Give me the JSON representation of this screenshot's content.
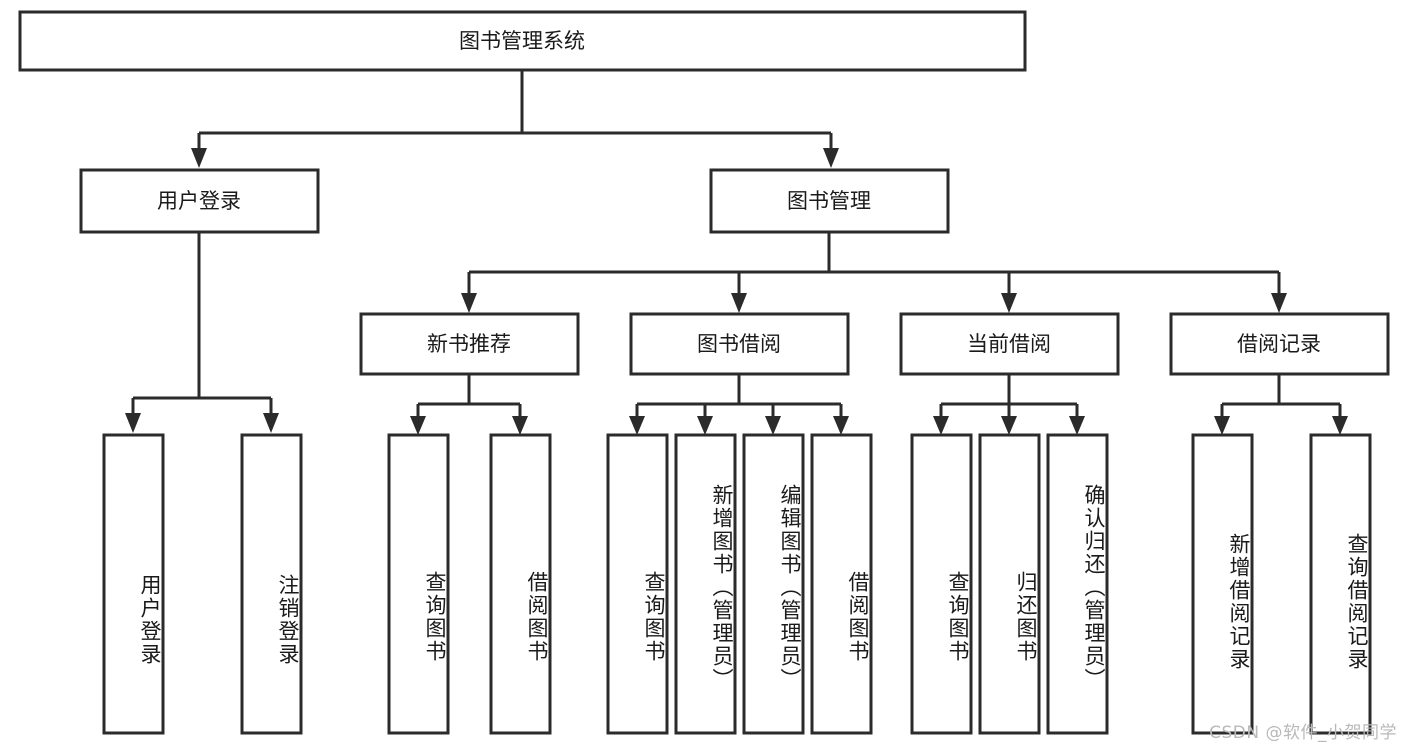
{
  "diagram": {
    "title": "图书管理系统",
    "type": "tree-hierarchy-diagram",
    "colors": {
      "box_stroke": "#2b2b2b",
      "box_fill": "#ffffff",
      "text": "#1a1a1a",
      "watermark": "#b9b9b9",
      "background": "#ffffff"
    },
    "root": {
      "label": "图书管理系统"
    },
    "level2": [
      {
        "label": "用户登录"
      },
      {
        "label": "图书管理"
      }
    ],
    "level3": [
      {
        "label": "新书推荐"
      },
      {
        "label": "图书借阅"
      },
      {
        "label": "当前借阅"
      },
      {
        "label": "借阅记录"
      }
    ],
    "leaves": {
      "user_login": [
        {
          "label": "用户登录"
        },
        {
          "label": "注销登录"
        }
      ],
      "new_book_recommend": [
        {
          "label": "查询图书"
        },
        {
          "label": "借阅图书"
        }
      ],
      "book_borrow": [
        {
          "label": "查询图书"
        },
        {
          "label": "新增图书（管理员）"
        },
        {
          "label": "编辑图书（管理员）"
        },
        {
          "label": "借阅图书"
        }
      ],
      "current_borrow": [
        {
          "label": "查询图书"
        },
        {
          "label": "归还图书"
        },
        {
          "label": "确认归还（管理员）"
        }
      ],
      "borrow_record": [
        {
          "label": "新增借阅记录"
        },
        {
          "label": "查询借阅记录"
        }
      ]
    }
  },
  "watermark": {
    "text": "CSDN @软件_小贺同学"
  }
}
